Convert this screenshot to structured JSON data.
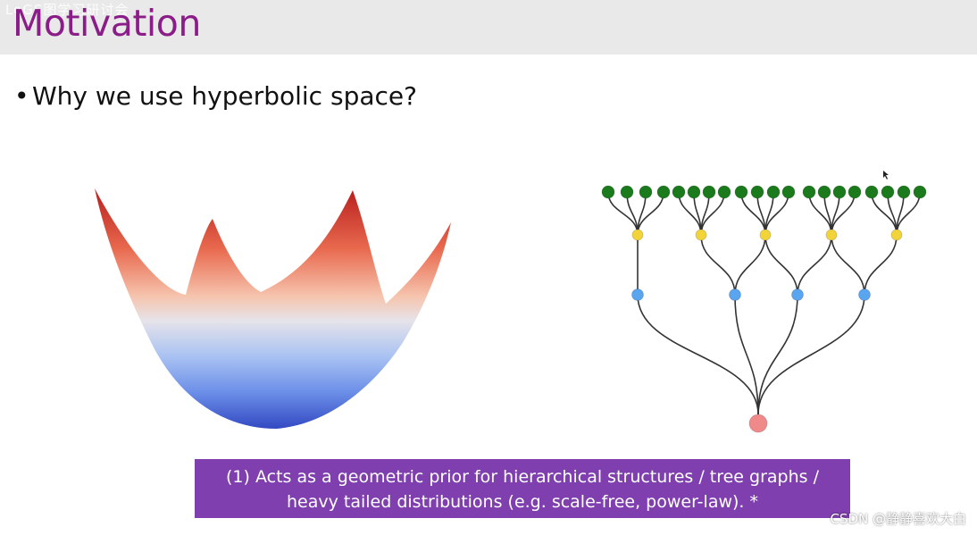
{
  "header": {
    "overlay_text": "LoGS图学习研讨会",
    "title": "Motivation"
  },
  "bullet": {
    "marker": "•",
    "text": "Why we use hyperbolic space?"
  },
  "caption": {
    "line1": "(1) Acts as a geometric prior for hierarchical structures / tree graphs /",
    "line2": "heavy tailed distributions (e.g. scale-free, power-law). *"
  },
  "watermark": "CSDN @静静喜欢大白",
  "colors": {
    "title": "#8a1d87",
    "caption_bg": "#7f3fae",
    "leaf": "#1b7a1b",
    "level2": "#f2d33a",
    "level1": "#5aa5f0",
    "root": "#f08a8a",
    "surface_top": "#c42a22",
    "surface_bottom": "#3a57c9"
  }
}
